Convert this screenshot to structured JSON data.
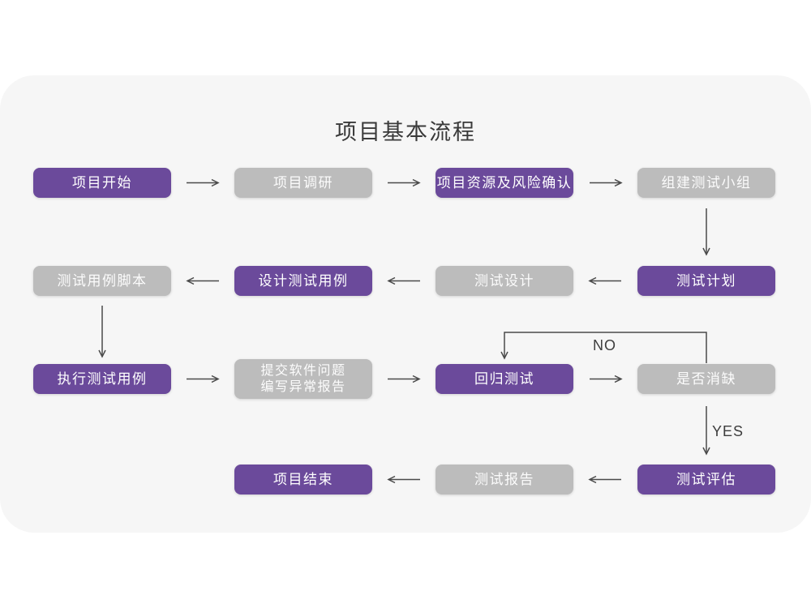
{
  "title": "项目基本流程",
  "colors": {
    "node_purple": "#6b4a9b",
    "node_gray": "#bcbcbc",
    "card_background": "#f6f6f6",
    "arrow": "#4a4a4a"
  },
  "nodes": {
    "start": {
      "label": "项目开始",
      "variant": "purple"
    },
    "research": {
      "label": "项目调研",
      "variant": "gray"
    },
    "risk": {
      "label": "项目资源及风险确认",
      "variant": "purple"
    },
    "team": {
      "label": "组建测试小组",
      "variant": "gray"
    },
    "script": {
      "label": "测试用例脚本",
      "variant": "gray"
    },
    "design_case": {
      "label": "设计测试用例",
      "variant": "purple"
    },
    "test_design": {
      "label": "测试设计",
      "variant": "gray"
    },
    "plan": {
      "label": "测试计划",
      "variant": "purple"
    },
    "execute": {
      "label": "执行测试用例",
      "variant": "purple"
    },
    "submit": {
      "line1": "提交软件问题",
      "line2": "编写异常报告",
      "variant": "gray"
    },
    "regression": {
      "label": "回归测试",
      "variant": "purple"
    },
    "defect": {
      "label": "是否消缺",
      "variant": "gray"
    },
    "end": {
      "label": "项目结束",
      "variant": "purple"
    },
    "report": {
      "label": "测试报告",
      "variant": "gray"
    },
    "evaluate": {
      "label": "测试评估",
      "variant": "purple"
    }
  },
  "edge_labels": {
    "no": "NO",
    "yes": "YES"
  }
}
